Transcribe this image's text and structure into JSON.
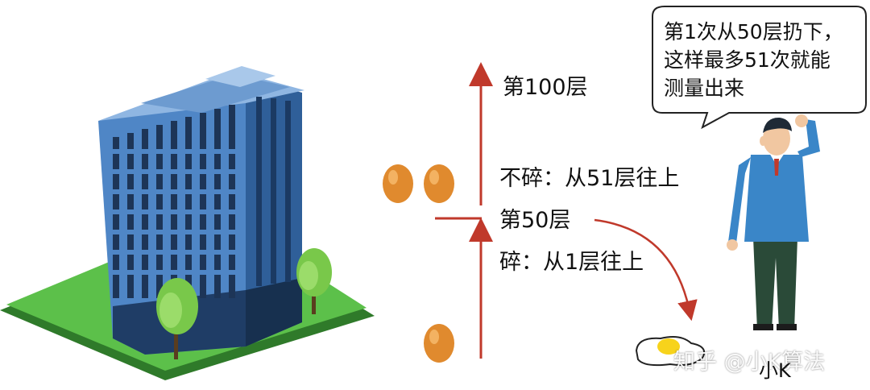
{
  "labels": {
    "top": "第100层",
    "upper": "不碎：从51层往上",
    "middle": "第50层",
    "lower": "碎：从1层往上"
  },
  "speech_bubble": {
    "lines": [
      "第1次从50层扔下，",
      "这样最多51次就能",
      "测量出来"
    ]
  },
  "watermark": "知乎 @小K算法",
  "person_name": "小K",
  "colors": {
    "arrow": "#c0392b",
    "building": "#4f86c6",
    "grass": "#5cc04a",
    "egg": "#e08a2e",
    "shirt": "#3a86c8"
  }
}
